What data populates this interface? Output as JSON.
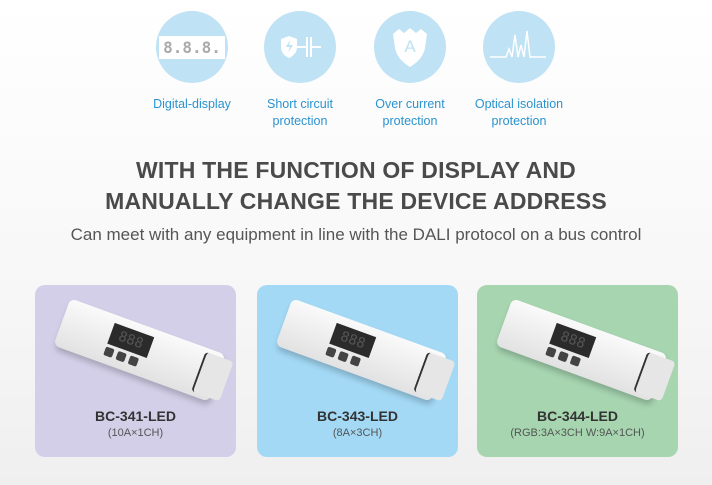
{
  "features": [
    {
      "label_line1": "Digital-display",
      "label_line2": "",
      "icon": "seven-segment-display-icon"
    },
    {
      "label_line1": "Short circuit",
      "label_line2": "protection",
      "icon": "shield-lightning-circuit-icon"
    },
    {
      "label_line1": "Over current",
      "label_line2": "protection",
      "icon": "shield-a-icon"
    },
    {
      "label_line1": "Optical isolation",
      "label_line2": "protection",
      "icon": "pulse-wave-icon"
    }
  ],
  "display_digits": "8.8.8.",
  "headline_line1": "WITH THE FUNCTION OF DISPLAY AND",
  "headline_line2": "MANUALLY CHANGE THE DEVICE ADDRESS",
  "subtitle": "Can meet with any equipment in line with the DALI protocol on a bus control",
  "products": [
    {
      "model": "BC-341-LED",
      "spec": "(10A×1CH)",
      "color": "#d3cfe8"
    },
    {
      "model": "BC-343-LED",
      "spec": "(8A×3CH)",
      "color": "#a3d9f5"
    },
    {
      "model": "BC-344-LED",
      "spec": "(RGB:3A×3CH  W:9A×1CH)",
      "color": "#a6d5b0"
    }
  ]
}
